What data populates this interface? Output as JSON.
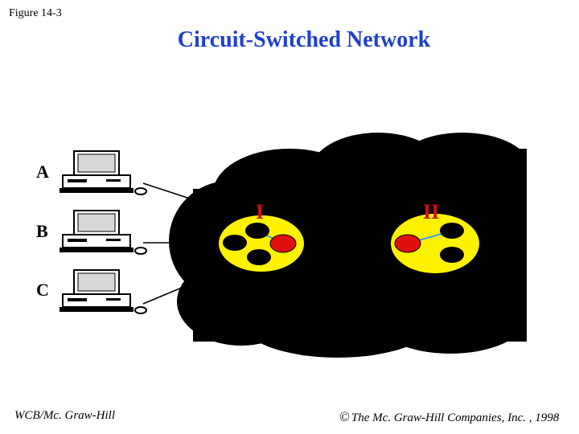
{
  "figure_label": "Figure 14-3",
  "title": "Circuit-Switched Network",
  "stations": [
    {
      "label": "A"
    },
    {
      "label": "B"
    },
    {
      "label": "C"
    }
  ],
  "switches": [
    {
      "label": "I"
    },
    {
      "label": "II"
    }
  ],
  "colors": {
    "title": "#1f3fd0",
    "cloud": "#000000",
    "switch_fill": "#fff200",
    "port_active": "#e01010",
    "port_idle": "#000000",
    "connection": "#3fa0e0"
  },
  "footer": {
    "left": "WCB/Mc. Graw-Hill",
    "copyright_symbol": "©",
    "right": "The Mc. Graw-Hill Companies, Inc. , 1998"
  }
}
